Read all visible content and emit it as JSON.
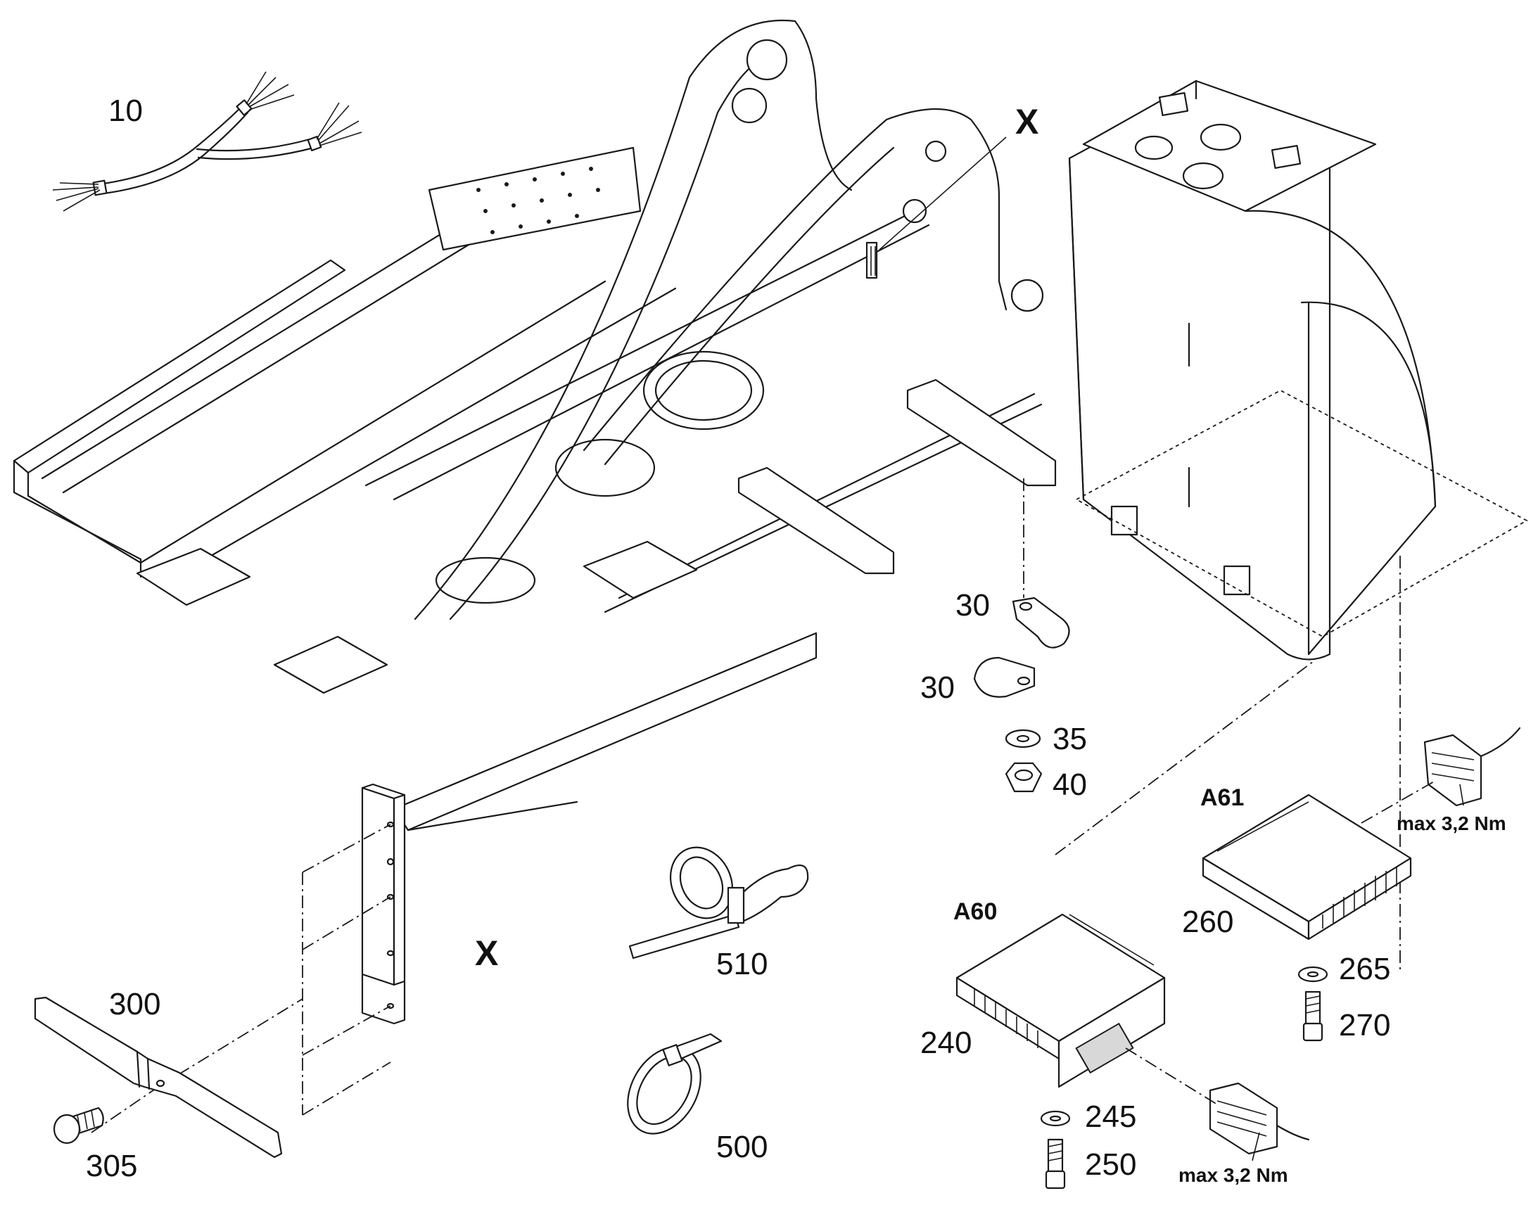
{
  "labels": {
    "p10": "10",
    "x_top": "X",
    "p30a": "30",
    "p30b": "30",
    "p35": "35",
    "p40": "40",
    "a61": "A61",
    "torque_a61": "max 3,2 Nm",
    "p260": "260",
    "p265": "265",
    "p270": "270",
    "a60": "A60",
    "p240": "240",
    "p245": "245",
    "p250": "250",
    "torque_a60": "max 3,2 Nm",
    "x_detail": "X",
    "p300": "300",
    "p305": "305",
    "p510": "510",
    "p500": "500"
  }
}
